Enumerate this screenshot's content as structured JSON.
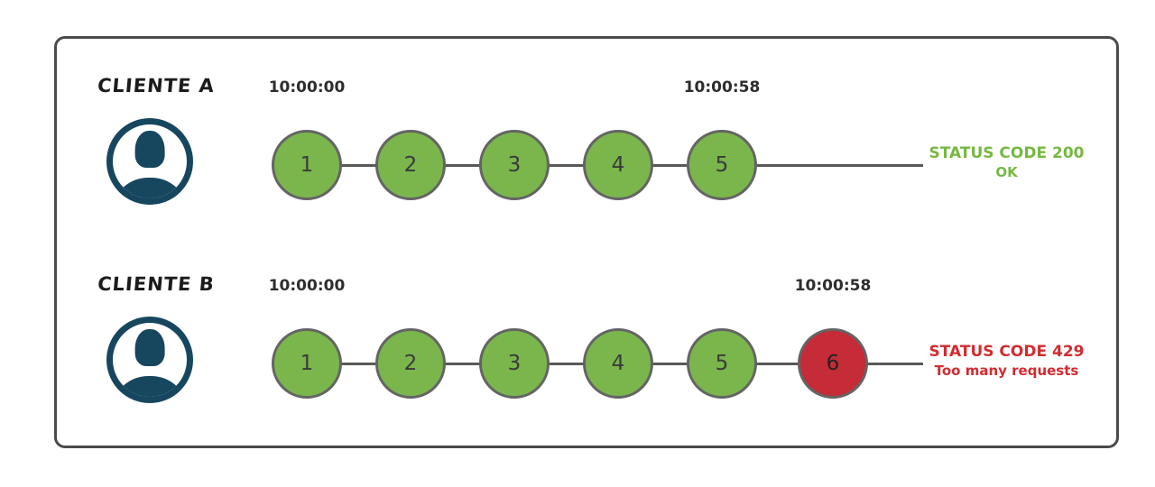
{
  "colors": {
    "ok_green": "#7ab64c",
    "error_red": "#c62b38",
    "status_ok_text": "#76b843",
    "status_error_text": "#d22c30",
    "avatar_navy": "#17465f",
    "frame_border": "#4a4a4a",
    "line_gray": "#595959"
  },
  "clients": [
    {
      "name": "CLIENTE A",
      "start_time": "10:00:00",
      "end_time": "10:00:58",
      "requests": [
        {
          "label": "1",
          "status": "ok"
        },
        {
          "label": "2",
          "status": "ok"
        },
        {
          "label": "3",
          "status": "ok"
        },
        {
          "label": "4",
          "status": "ok"
        },
        {
          "label": "5",
          "status": "ok"
        }
      ],
      "status": {
        "line1": "STATUS CODE 200",
        "line2": "OK",
        "type": "ok"
      }
    },
    {
      "name": "CLIENTE B",
      "start_time": "10:00:00",
      "end_time": "10:00:58",
      "requests": [
        {
          "label": "1",
          "status": "ok"
        },
        {
          "label": "2",
          "status": "ok"
        },
        {
          "label": "3",
          "status": "ok"
        },
        {
          "label": "4",
          "status": "ok"
        },
        {
          "label": "5",
          "status": "ok"
        },
        {
          "label": "6",
          "status": "error"
        }
      ],
      "status": {
        "line1": "STATUS CODE 429",
        "line2": "Too many requests",
        "type": "error"
      }
    }
  ]
}
